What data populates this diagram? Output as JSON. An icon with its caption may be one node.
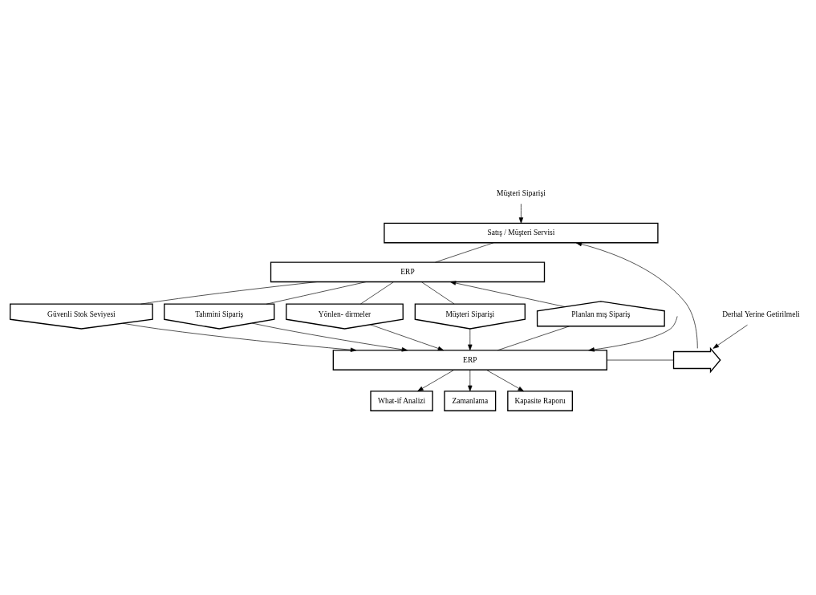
{
  "diagram": {
    "nodes": [
      {
        "text": [
          "Müşteri Siparişi"
        ]
      },
      {
        "text": [
          "Satış / Müşteri Servisi"
        ]
      },
      {
        "text": [
          "ERP"
        ]
      },
      {
        "text": [
          "Güvenli Stok Seviyesi"
        ]
      },
      {
        "text": [
          "Planlan mış Sipariş"
        ]
      },
      {
        "text": [
          "Tahmini Sipariş"
        ]
      },
      {
        "text": [
          "Yönlen- dirmeler"
        ]
      },
      {
        "text": [
          "Müşteri Siparişi"
        ]
      },
      {
        "text": [
          "ERP"
        ]
      },
      {
        "text": [],
        "shape": "arrow"
      },
      {
        "text": [
          "Derhal Yerine Getirilmeli"
        ]
      },
      {
        "text": [
          "What-if Analizi"
        ]
      },
      {
        "text": [
          "Zamanlama"
        ]
      },
      {
        "text": [
          "Kapasite Raporu"
        ]
      }
    ],
    "edges": [
      {
        "from": 0,
        "to": 1,
        "arrow": "to"
      },
      {
        "from": 1,
        "to": 2,
        "arrow": "none"
      },
      {
        "from": 2,
        "to": 3,
        "arrow": "none"
      },
      {
        "from": 3,
        "to": 8,
        "arrow": "to"
      },
      {
        "from": 8,
        "to": 4,
        "arrow": "none"
      },
      {
        "from": 4,
        "to": 2,
        "arrow": "to"
      },
      {
        "from": 2,
        "to": 5,
        "arrow": "none"
      },
      {
        "from": 5,
        "to": 8,
        "arrow": "to"
      },
      {
        "from": 2,
        "to": 6,
        "arrow": "none"
      },
      {
        "from": 6,
        "to": 8,
        "arrow": "to"
      },
      {
        "from": 2,
        "to": 7,
        "arrow": "none"
      },
      {
        "from": 7,
        "to": 8,
        "arrow": "to"
      },
      {
        "from": null,
        "to": 8,
        "arrow": "to"
      },
      {
        "from": 8,
        "to": 9,
        "arrow": "none"
      },
      {
        "from": 9,
        "to": 1,
        "arrow": "to"
      },
      {
        "from": 10,
        "to": 9,
        "arrow": "to"
      },
      {
        "from": 8,
        "to": 11,
        "arrow": "to"
      },
      {
        "from": 8,
        "to": 12,
        "arrow": "to"
      },
      {
        "from": 8,
        "to": 13,
        "arrow": "to"
      }
    ]
  }
}
